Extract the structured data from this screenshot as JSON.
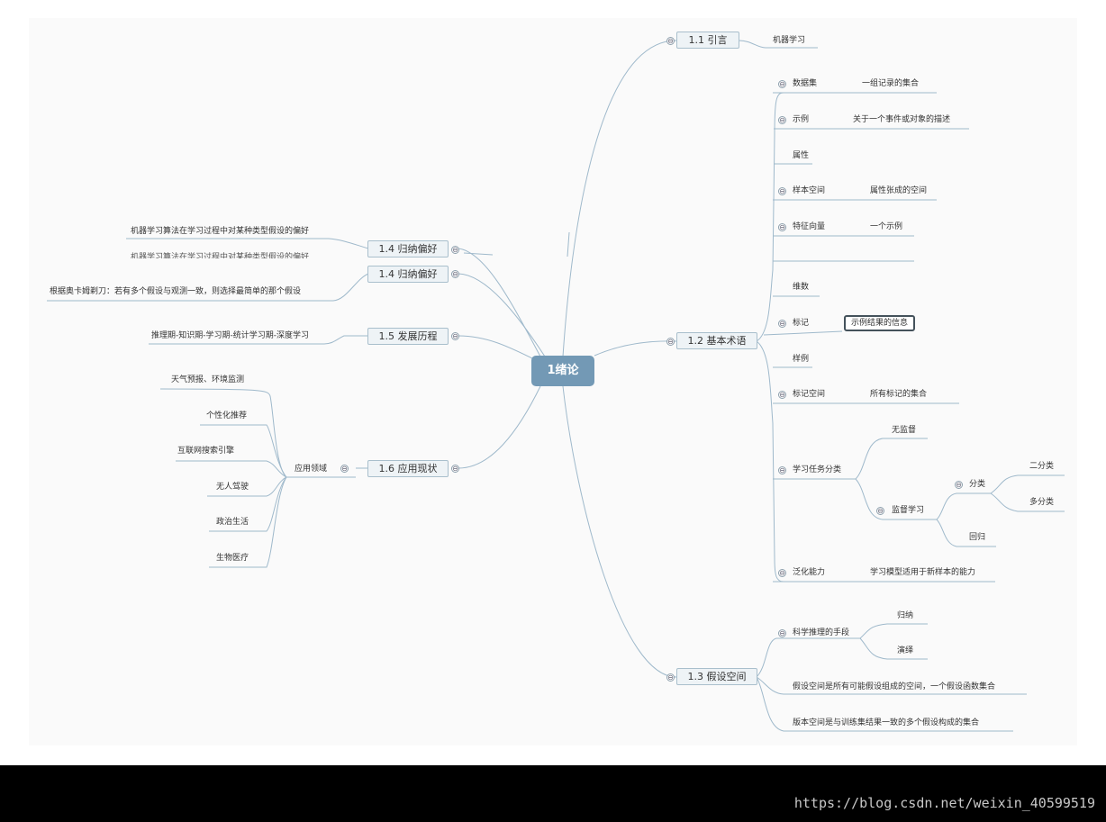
{
  "root": "1绪论",
  "collapse_symbol": "⊖",
  "b11": {
    "title": "1.1 引言",
    "children": [
      "机器学习"
    ]
  },
  "b12": {
    "title": "1.2 基本术语",
    "items": {
      "dataset": "数据集",
      "dataset_desc": "一组记录的集合",
      "instance": "示例",
      "instance_desc": "关于一个事件或对象的描述",
      "attribute": "属性",
      "sample_space": "样本空间",
      "sample_space_desc": "属性张成的空间",
      "feature_vector": "特征向量",
      "feature_vector_desc": "一个示例",
      "dimension": "维数",
      "label": "标记",
      "label_desc": "示例结果的信息",
      "example": "样例",
      "label_space": "标记空间",
      "label_space_desc": "所有标记的集合",
      "task": "学习任务分类",
      "unsupervised": "无监督",
      "supervised": "监督学习",
      "classification": "分类",
      "binary": "二分类",
      "multiclass": "多分类",
      "regression": "回归",
      "generalization": "泛化能力",
      "generalization_desc": "学习模型适用于新样本的能力"
    }
  },
  "b13": {
    "title": "1.3 假设空间",
    "reasoning": "科学推理的手段",
    "induction": "归纳",
    "deduction": "演绎",
    "hyp_space": "假设空间是所有可能假设组成的空间，一个假设函数集合",
    "version_space": "版本空间是与训练集结果一致的多个假设构成的集合"
  },
  "b14a": {
    "title": "1.4 归纳偏好",
    "desc": "机器学习算法在学习过程中对某种类型假设的偏好"
  },
  "b14b": {
    "title": "1.4 归纳偏好",
    "desc_ghost": "机器学习算法在学习过程中对某种类型假设的偏好",
    "occam": "根据奥卡姆剃刀：若有多个假设与观测一致，则选择最简单的那个假设"
  },
  "b15": {
    "title": "1.5 发展历程",
    "desc": "推理期-知识期-学习期-统计学习期-深度学习"
  },
  "b16": {
    "title": "1.6 应用现状",
    "fields": "应用领域",
    "items": [
      "天气预报、环境监测",
      "个性化推荐",
      "互联网搜索引擎",
      "无人驾驶",
      "政治生活",
      "生物医疗"
    ]
  },
  "watermark": "https://blog.csdn.net/weixin_40599519"
}
